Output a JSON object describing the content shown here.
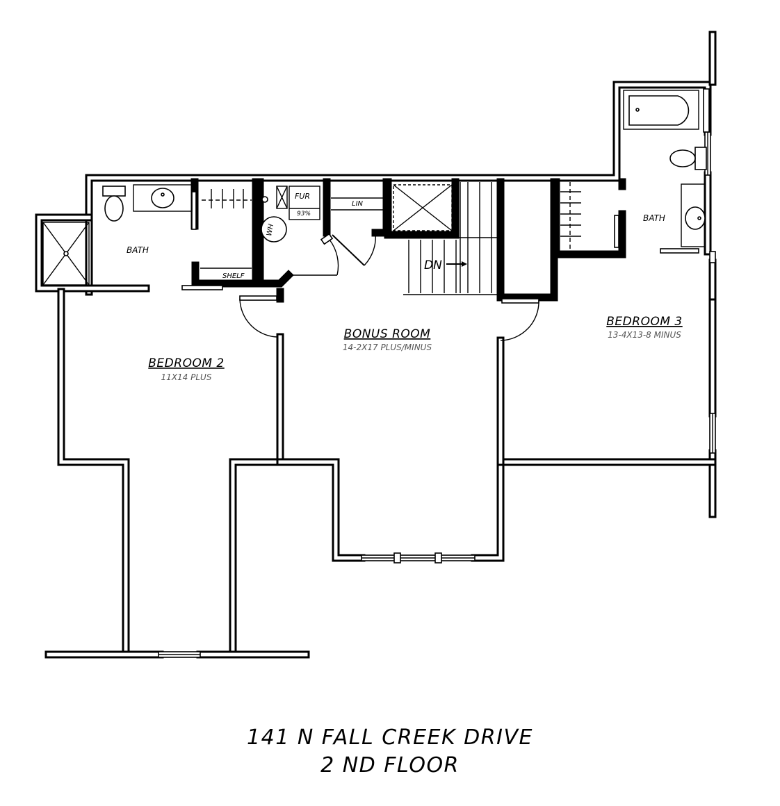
{
  "plan": {
    "address": "141 N FALL CREEK DRIVE",
    "floor": "2 ND FLOOR"
  },
  "rooms": {
    "bath_left": {
      "label": "BATH"
    },
    "bedroom_2": {
      "label": "BEDROOM 2",
      "dimensions": "11X14 PLUS"
    },
    "bonus_room": {
      "label": "BONUS ROOM",
      "dimensions": "14-2X17 PLUS/MINUS"
    },
    "bedroom_3": {
      "label": "BEDROOM 3",
      "dimensions": "13-4X13-8 MINUS"
    },
    "bath_right": {
      "label": "BATH"
    }
  },
  "labels": {
    "shelf": "SHELF",
    "furnace": "FUR",
    "furnace_efficiency": "93%",
    "water_heater": "WH",
    "linen": "LIN",
    "stair_down": "DN"
  }
}
